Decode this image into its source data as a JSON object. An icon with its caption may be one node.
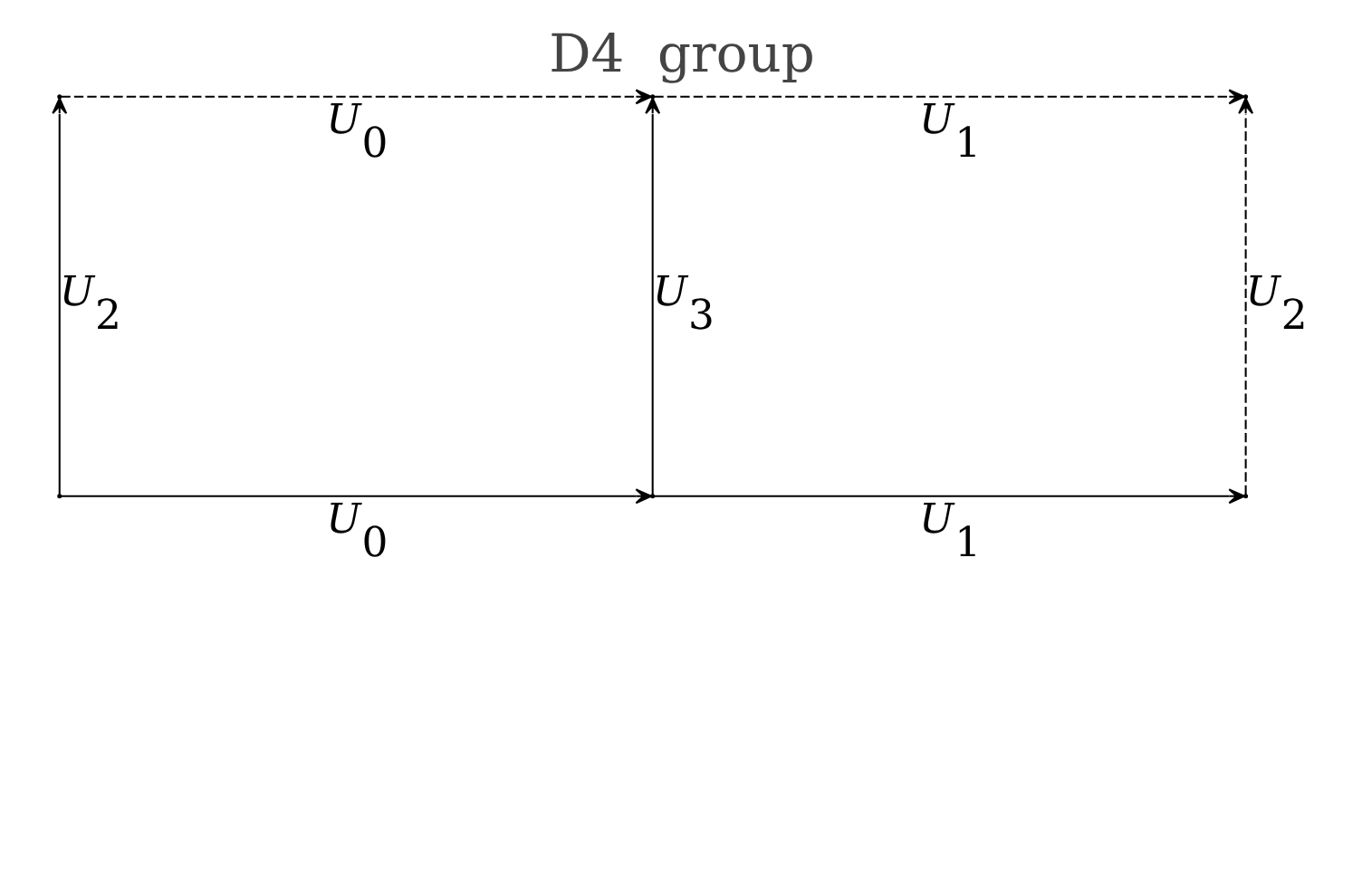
{
  "diagram": {
    "title": "D4  group",
    "nodes": [
      {
        "text": [],
        "shape": "point"
      },
      {
        "text": [],
        "shape": "point"
      },
      {
        "text": [],
        "shape": "point"
      },
      {
        "text": [],
        "shape": "point"
      },
      {
        "text": [],
        "shape": "point"
      },
      {
        "text": [],
        "shape": "point"
      }
    ],
    "edges": [
      {
        "from": 3,
        "to": 0,
        "arrow": "to",
        "label": "U$_{2}$"
      },
      {
        "from": 0,
        "to": 1,
        "arrow": "to",
        "style": "dashed",
        "label": "U$_{0}$"
      },
      {
        "from": 4,
        "to": 1,
        "arrow": "to",
        "label": "U$_{3}$"
      },
      {
        "from": 1,
        "to": 2,
        "arrow": "to",
        "style": "dashed",
        "label": "U$_{1}$"
      },
      {
        "from": 5,
        "to": 2,
        "arrow": "to",
        "style": "dashed",
        "label": "U$_{2}$"
      },
      {
        "from": 3,
        "to": 4,
        "arrow": "to",
        "label": "U$_{0}$"
      },
      {
        "from": 4,
        "to": 5,
        "arrow": "to",
        "label": "U$_{1}$"
      }
    ]
  }
}
